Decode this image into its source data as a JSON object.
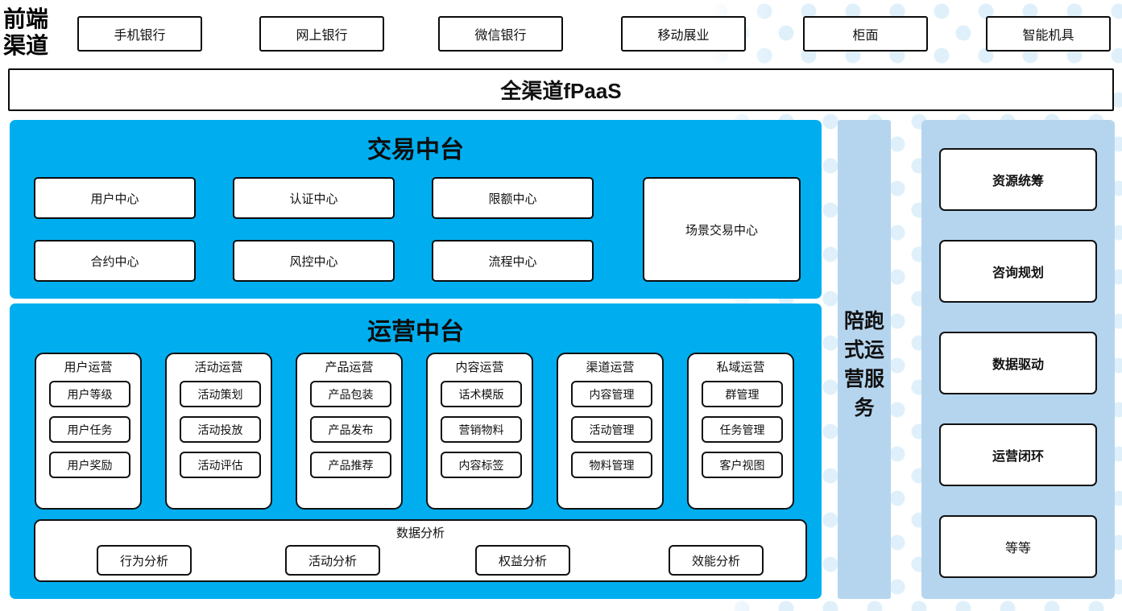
{
  "colors": {
    "cyan_panel": "#00AEEF",
    "light_blue_panel": "#B5D5EF",
    "dot_background": "#DFF0FB",
    "box_border": "#0B0B0B",
    "box_fill": "#FFFFFF"
  },
  "channels": {
    "label": "前端\n渠道",
    "label_line1": "前端",
    "label_line2": "渠道",
    "items": [
      {
        "label": "手机银行"
      },
      {
        "label": "网上银行"
      },
      {
        "label": "微信银行"
      },
      {
        "label": "移动展业"
      },
      {
        "label": "柜面"
      },
      {
        "label": "智能机具"
      }
    ]
  },
  "fpaas": {
    "label": "全渠道fPaaS"
  },
  "trade_platform": {
    "title": "交易中台",
    "boxes": [
      {
        "label": "用户中心"
      },
      {
        "label": "认证中心"
      },
      {
        "label": "限额中心"
      },
      {
        "label": "合约中心"
      },
      {
        "label": "风控中心"
      },
      {
        "label": "流程中心"
      }
    ],
    "scene_box": {
      "label": "场景交易中心"
    }
  },
  "ops_platform": {
    "title": "运营中台",
    "columns": [
      {
        "title": "用户运营",
        "items": [
          "用户等级",
          "用户任务",
          "用户奖励"
        ]
      },
      {
        "title": "活动运营",
        "items": [
          "活动策划",
          "活动投放",
          "活动评估"
        ]
      },
      {
        "title": "产品运营",
        "items": [
          "产品包装",
          "产品发布",
          "产品推荐"
        ]
      },
      {
        "title": "内容运营",
        "items": [
          "话术模版",
          "营销物料",
          "内容标签"
        ]
      },
      {
        "title": "渠道运营",
        "items": [
          "内容管理",
          "活动管理",
          "物料管理"
        ]
      },
      {
        "title": "私域运营",
        "items": [
          "群管理",
          "任务管理",
          "客户视图"
        ]
      }
    ],
    "data_analysis": {
      "title": "数据分析",
      "items": [
        "行为分析",
        "活动分析",
        "权益分析",
        "效能分析"
      ]
    }
  },
  "service_column": {
    "title": "陪跑式运营服务",
    "lines": [
      "陪跑",
      "式运",
      "营服",
      "务"
    ]
  },
  "capabilities": {
    "cards": [
      {
        "label": "资源统筹",
        "bold": true
      },
      {
        "label": "咨询规划",
        "bold": true
      },
      {
        "label": "数据驱动",
        "bold": true
      },
      {
        "label": "运营闭环",
        "bold": true
      },
      {
        "label": "等等",
        "bold": false
      }
    ]
  }
}
